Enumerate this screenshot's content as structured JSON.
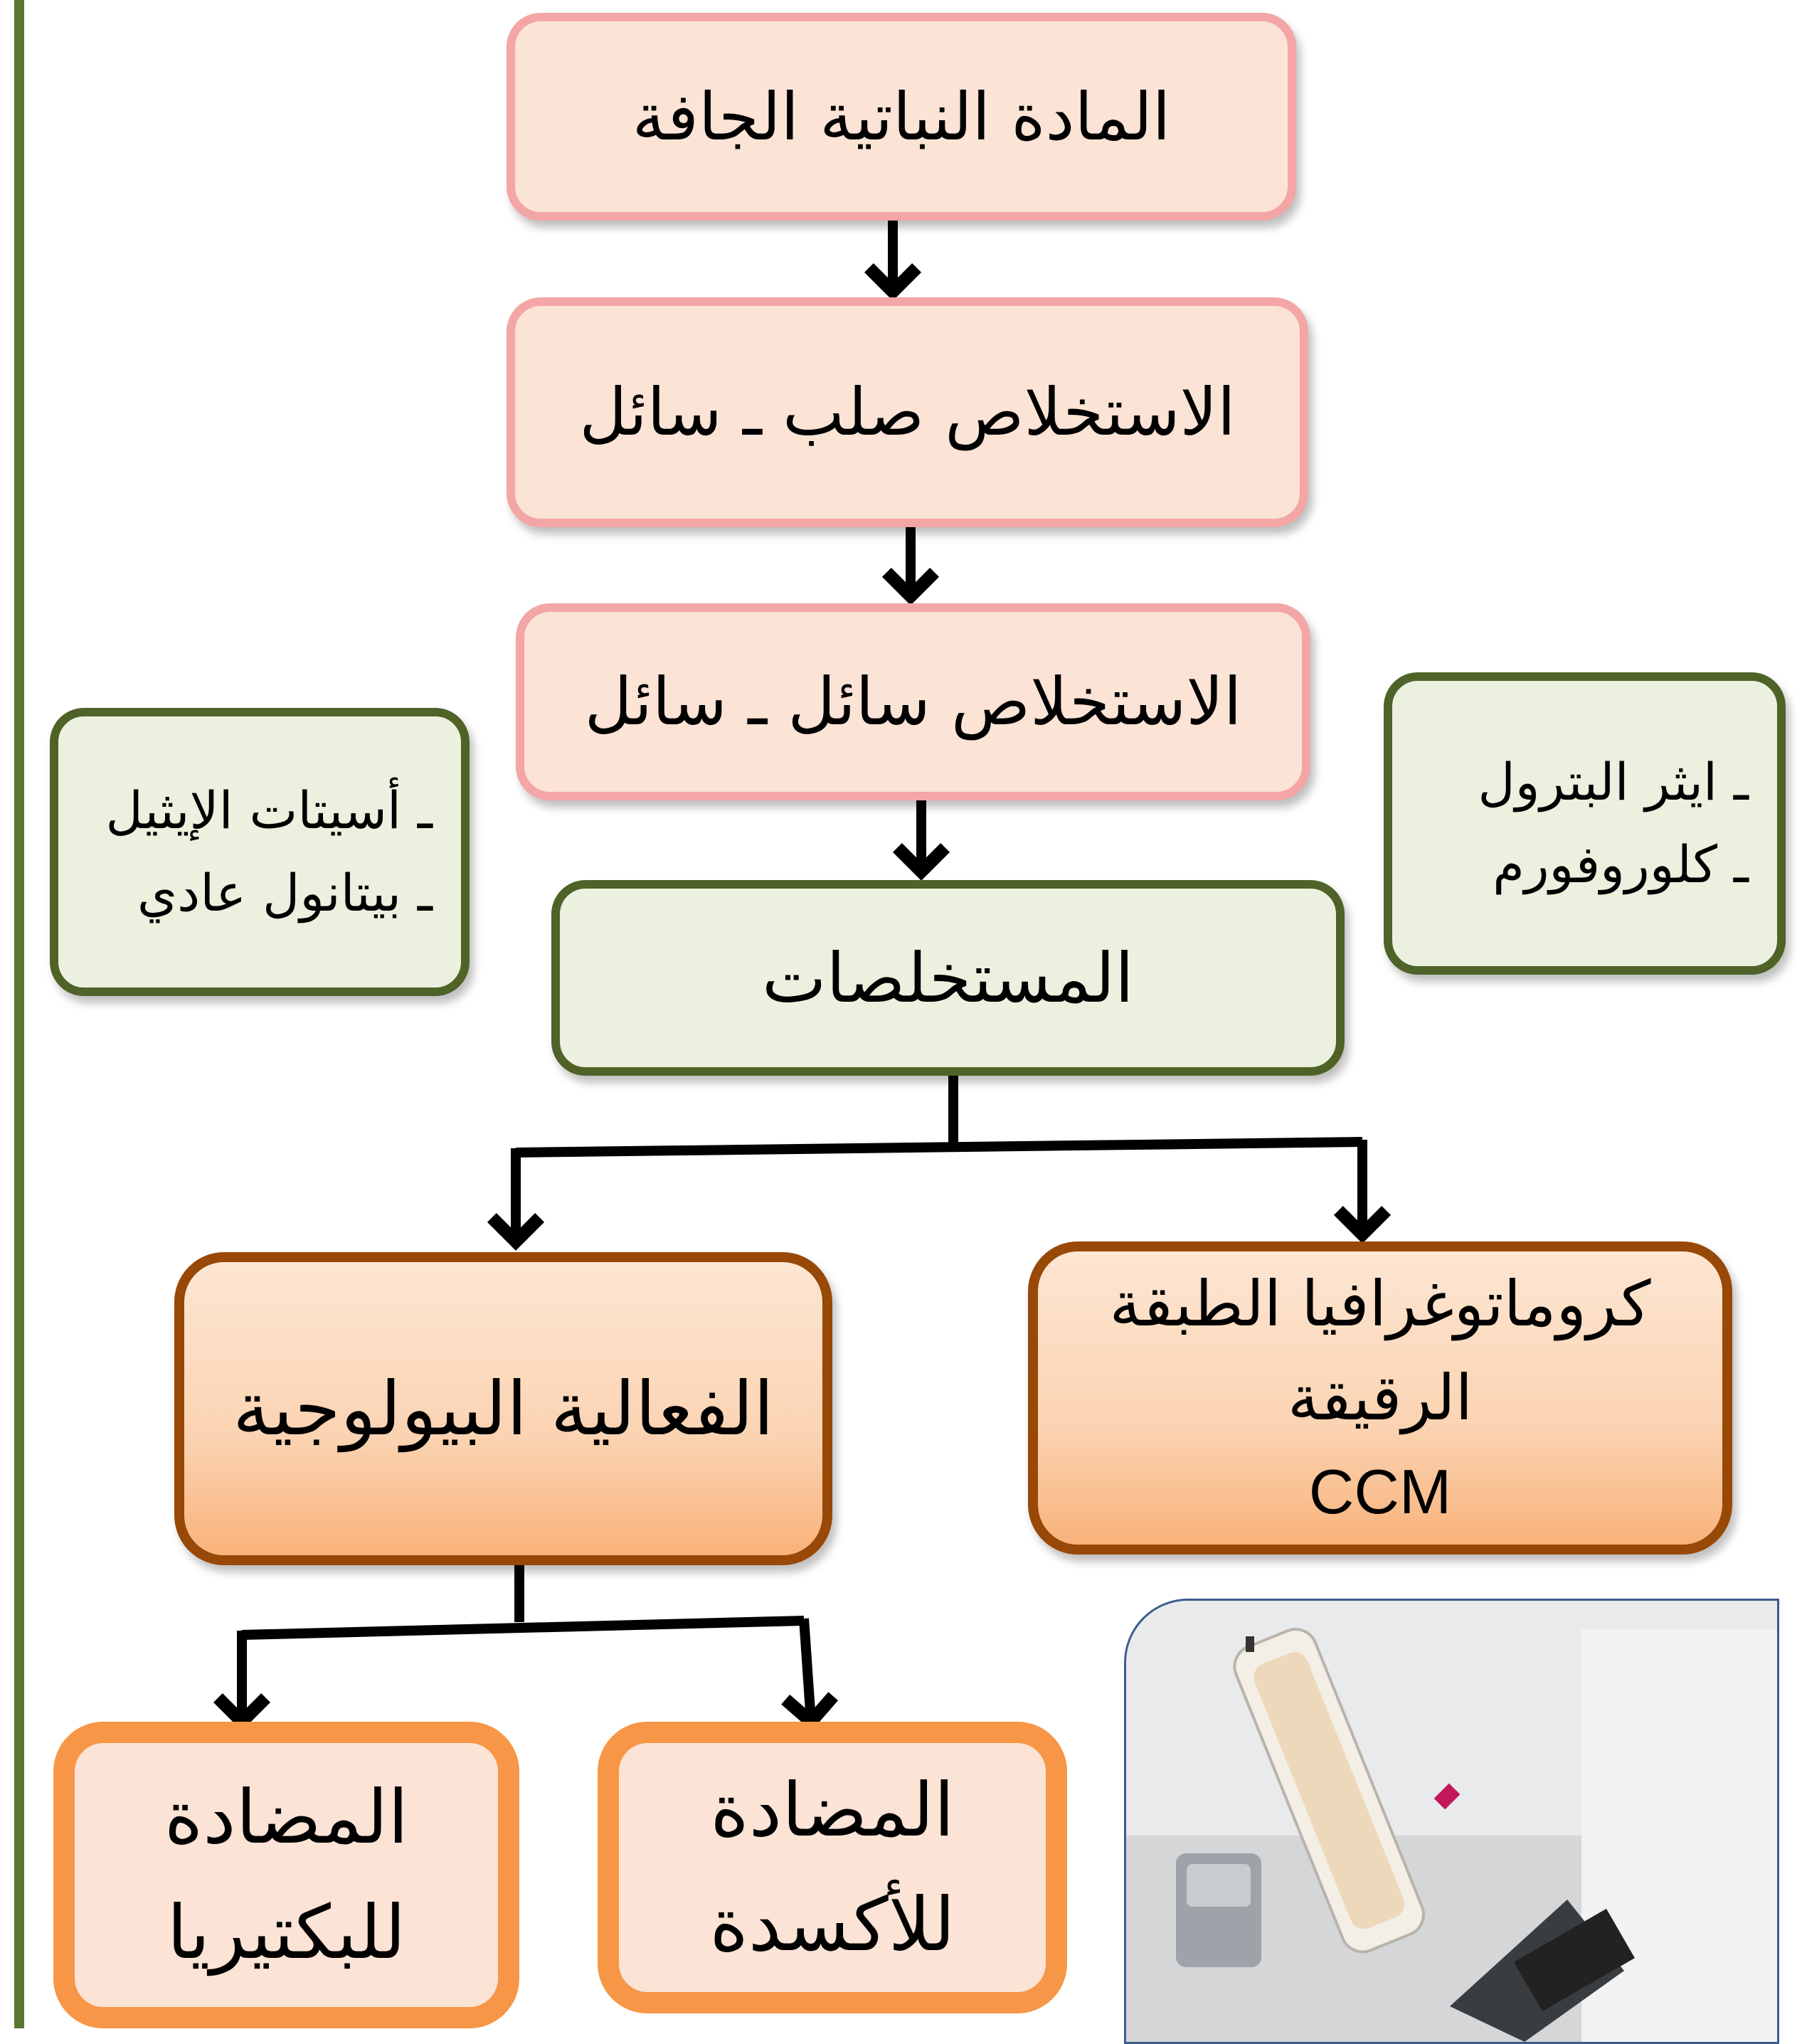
{
  "flow": {
    "dry_plant_material": "المادة النباتية الجافة",
    "solid_liquid_extraction": "الاستخلاص صلب ـ سائل",
    "liquid_liquid_extraction": "الاستخلاص سائل ـ سائل",
    "extracts": "المستخلصات",
    "biological_activity": "الفعالية البيولوجية",
    "tlc": {
      "line1": "كروماتوغرافيا الطبقة",
      "line2": "الرقيقة",
      "line3": "CCM"
    },
    "antibacterial": {
      "line1": "المضادة",
      "line2": "للبكتيريا"
    },
    "antioxidant": {
      "line1": "المضادة",
      "line2": "للأكسدة"
    }
  },
  "solvents_left": [
    "ـ أسيتات الإيثيل",
    "ـ بيتانول عادي"
  ],
  "solvents_right": [
    "ـ ايثر البترول",
    "ـ كلوروفورم"
  ],
  "photo_icon": "rotary-evaporator-photo"
}
